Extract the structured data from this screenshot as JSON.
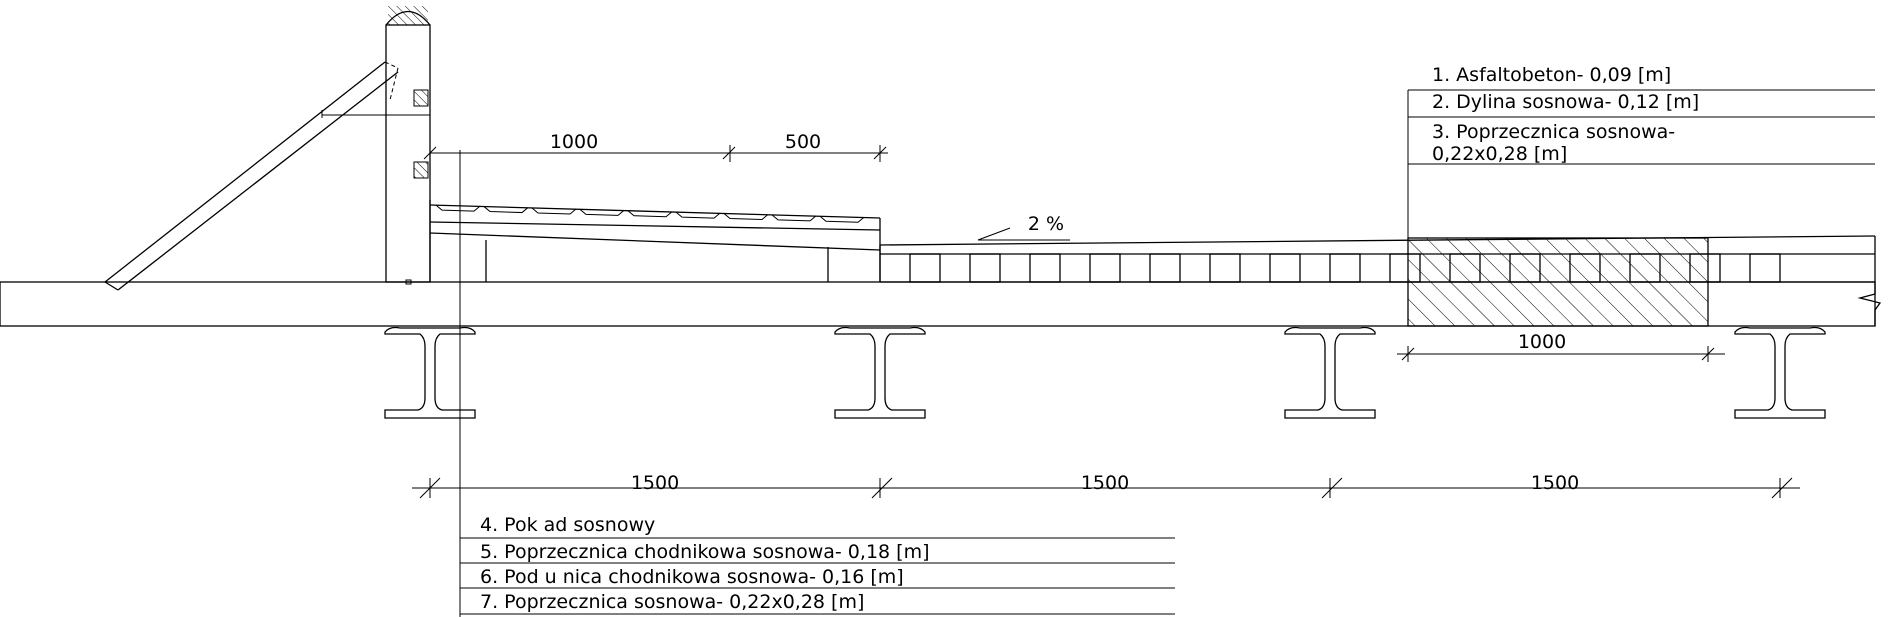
{
  "layers_top": [
    "1. Asfaltobeton- 0,09 [m]",
    "2. Dylina sosnowa- 0,12 [m]",
    "3. Poprzecznica sosnowa-",
    "0,22x0,28 [m]"
  ],
  "layers_bottom": [
    "4. Pok ad sosnowy",
    "5. Poprzecznica chodnikowa sosnowa- 0,18 [m]",
    "6. Pod u  nica chodnikowa sosnowa- 0,16 [m]",
    "7. Poprzecznica sosnowa- 0,22x0,28 [m]"
  ],
  "dimensions": {
    "sidewalk_width": "1000",
    "sidewalk_offset": "500",
    "slope": "2 %",
    "sleeper_spacing": "1000",
    "girder_spacing_1": "1500",
    "girder_spacing_2": "1500",
    "girder_spacing_3": "1500"
  }
}
